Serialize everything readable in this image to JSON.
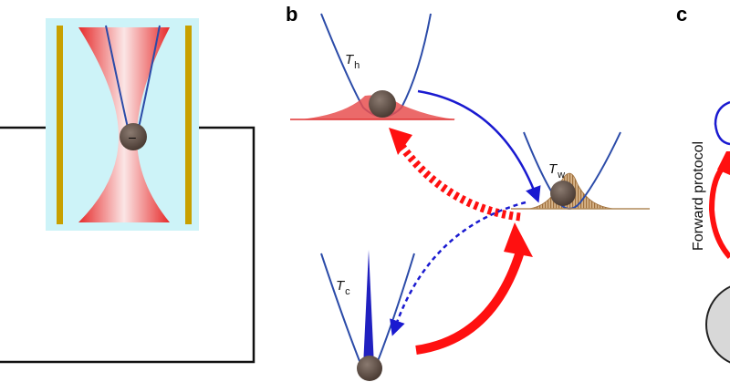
{
  "panels": {
    "b": {
      "letter": "b"
    },
    "c": {
      "letter": "c"
    }
  },
  "particle": {
    "charge_symbol": "–"
  },
  "temperatures": {
    "hot": {
      "symbol": "T",
      "subscript": "h"
    },
    "warm": {
      "symbol": "T",
      "subscript": "w"
    },
    "cold": {
      "symbol": "T",
      "subscript": "c"
    }
  },
  "protocol": {
    "label": "Forward protocol"
  },
  "colors": {
    "trap_background": "#cdf3f8",
    "electrode": "#c8a000",
    "beam_red": "#e83030",
    "potential_blue": "#2b4ba8",
    "particle": "#5a4a40",
    "hot_distribution": "#e03030",
    "warm_distribution": "#b07840",
    "cold_distribution": "#2020c0",
    "arrow_blue": "#1a1ad0",
    "arrow_red": "#ff1010",
    "circle_gray": "#d8d8d8"
  }
}
